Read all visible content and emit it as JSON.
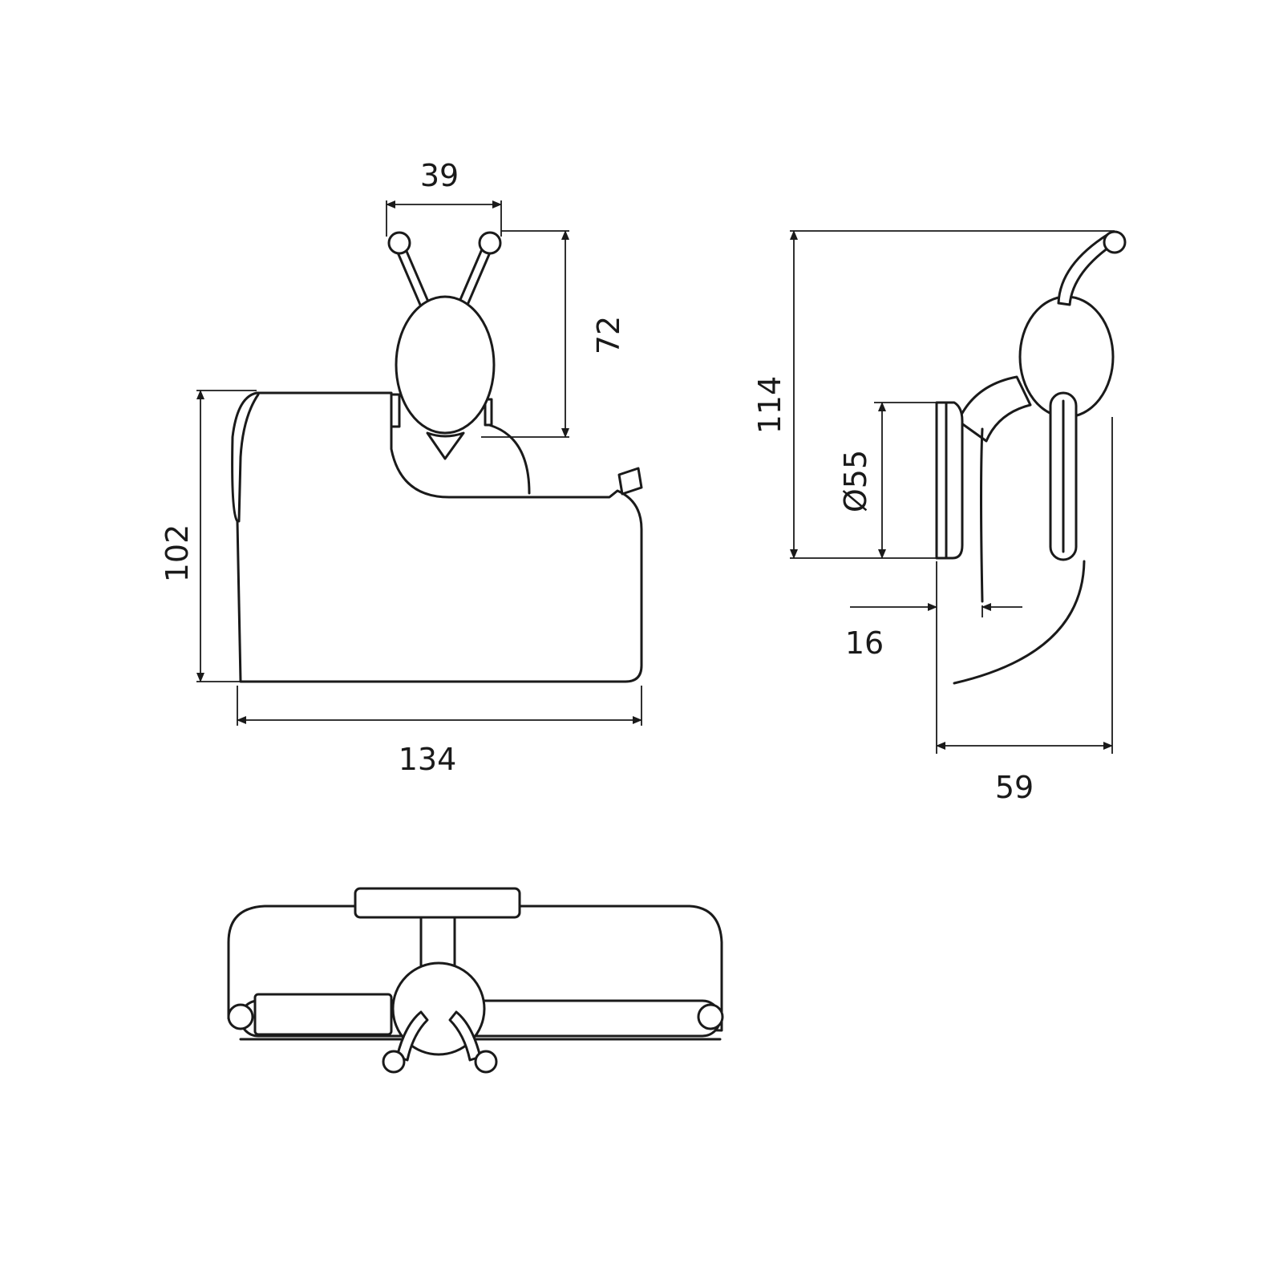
{
  "dimensions": {
    "front_width": "134",
    "front_height": "102",
    "hook_spacing": "39",
    "hook_height": "72",
    "side_height": "114",
    "base_diameter": "Ø55",
    "base_depth": "16",
    "side_depth": "59"
  }
}
